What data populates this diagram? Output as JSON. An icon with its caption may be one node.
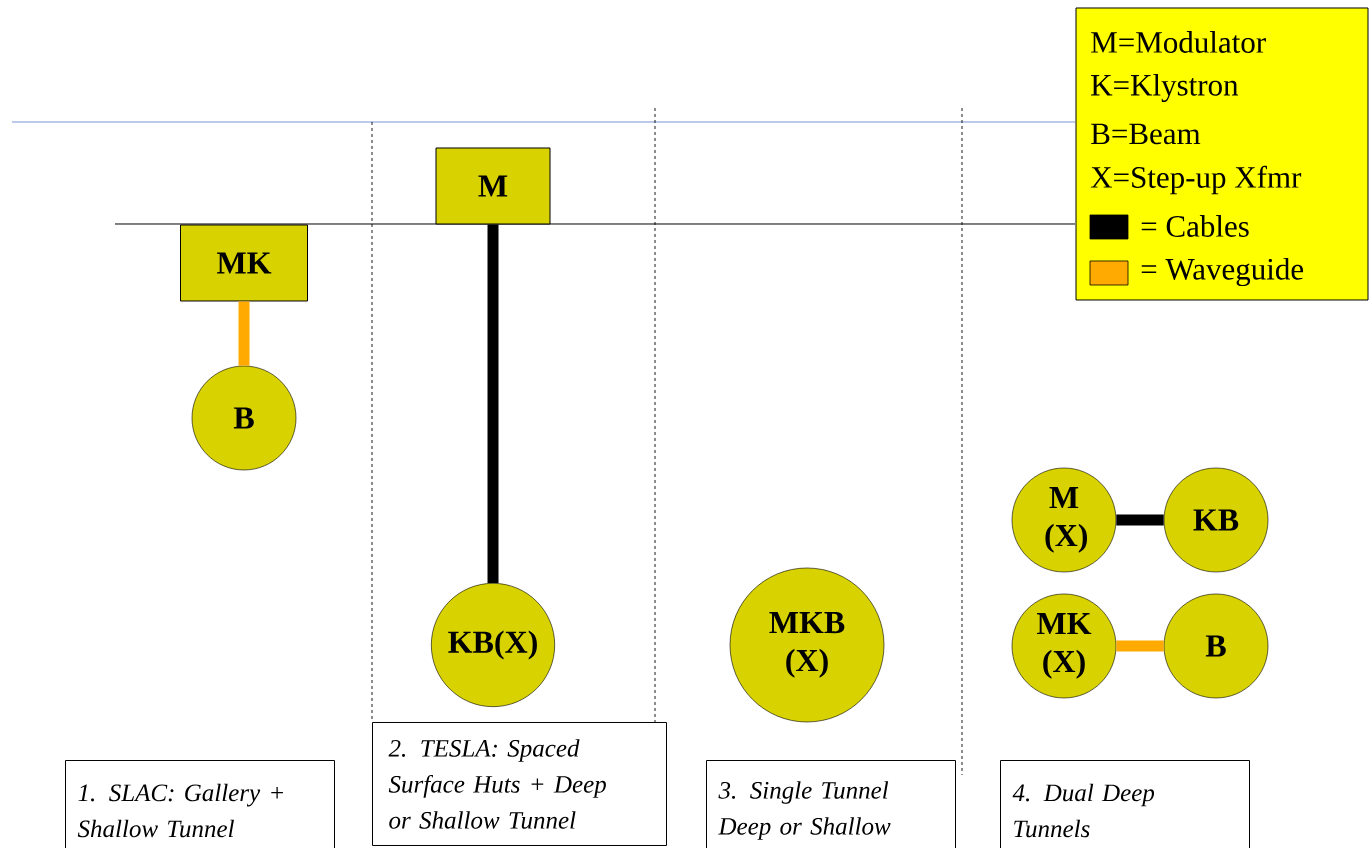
{
  "diagram": {
    "nodes": [
      {
        "text": [
          "MK"
        ]
      },
      {
        "text": [
          "B"
        ]
      },
      {
        "text": [
          "M"
        ]
      },
      {
        "text": [
          "KB(X)"
        ]
      },
      {
        "text": [
          "MKB (X)"
        ]
      },
      {
        "text": [
          "M (X)"
        ]
      },
      {
        "text": [
          "KB"
        ]
      },
      {
        "text": [
          "MK (X)"
        ]
      },
      {
        "text": [
          "B"
        ]
      },
      {
        "text": [
          "1. SLAC: Gallery + Shallow Tunnel"
        ]
      },
      {
        "text": [
          "2. TESLA: Spaced Surface Huts + Deep or Shallow Tunnel"
        ]
      },
      {
        "text": [
          "3. Single Tunnel Deep or Shallow"
        ]
      },
      {
        "text": [
          "4. Dual Deep Tunnels"
        ]
      }
    ],
    "edges": [
      {
        "from": 0,
        "to": 1,
        "arrow": "none",
        "color": "#ffaa00"
      },
      {
        "from": 2,
        "to": 3,
        "arrow": "none",
        "color": "#000000"
      },
      {
        "from": 5,
        "to": 6,
        "arrow": "none",
        "color": "#000000"
      },
      {
        "from": 7,
        "to": 8,
        "arrow": "none",
        "color": "#ffaa00"
      }
    ],
    "labels": [
      "M=Modulator",
      "K=Klystron",
      "B=Beam",
      "X=Step-up Xfmr"
    ],
    "legend": [
      {
        "text": "= Cables",
        "color": "#000000"
      },
      {
        "text": "= Waveguide",
        "color": "#ffaa00"
      }
    ]
  }
}
